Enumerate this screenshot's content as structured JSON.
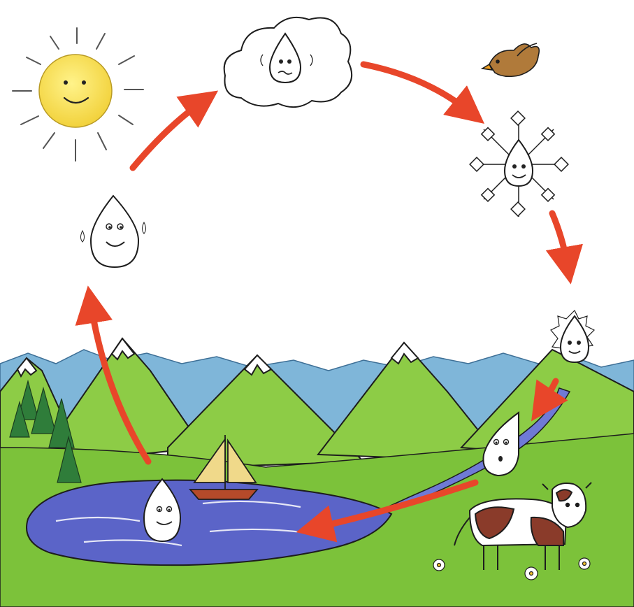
{
  "diagram": {
    "stages": [
      {
        "id": "sun",
        "icon": "sun-icon"
      },
      {
        "id": "cloud",
        "icon": "cloud-drop-icon"
      },
      {
        "id": "snowflake",
        "icon": "snowflake-drop-icon"
      },
      {
        "id": "mountain-snow",
        "icon": "snow-drop-icon"
      },
      {
        "id": "river",
        "icon": "river-drop-icon"
      },
      {
        "id": "lake",
        "icon": "lake-drop-icon"
      },
      {
        "id": "evaporation",
        "icon": "sweating-drop-icon"
      }
    ],
    "flow": [
      {
        "from": "evaporation",
        "to": "cloud"
      },
      {
        "from": "cloud",
        "to": "snowflake"
      },
      {
        "from": "snowflake",
        "to": "mountain-snow"
      },
      {
        "from": "mountain-snow",
        "to": "river"
      },
      {
        "from": "river",
        "to": "lake"
      },
      {
        "from": "lake",
        "to": "evaporation"
      }
    ],
    "scene_elements": [
      "bird-icon",
      "sailboat-icon",
      "cow-icon",
      "pine-tree-icon",
      "flower-icon"
    ],
    "colors": {
      "arrow": "#e8462a",
      "grass": "#7cc23a",
      "water": "#5b64c8",
      "sky_mountains": "#7fb6d9",
      "sun": "#f7e25a",
      "drop_outline": "#2a2a2a"
    }
  }
}
